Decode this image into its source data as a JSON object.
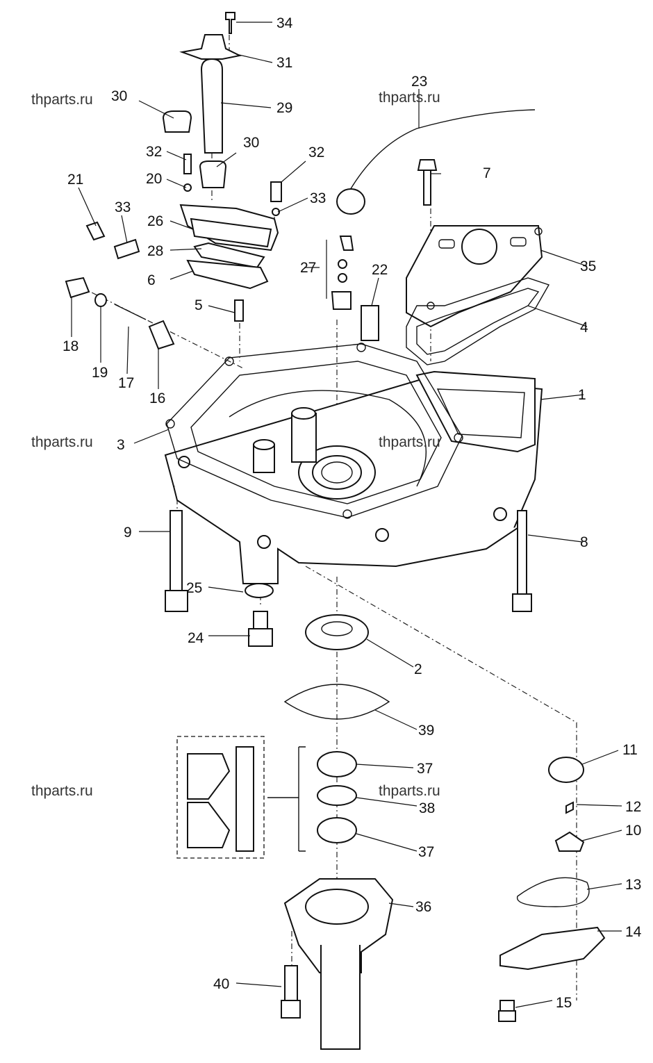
{
  "watermarks": [
    "thparts.ru",
    "thparts.ru",
    "thparts.ru",
    "thparts.ru",
    "thparts.ru",
    "thparts.ru"
  ],
  "callouts": [
    {
      "id": "34",
      "label": "34"
    },
    {
      "id": "31",
      "label": "31"
    },
    {
      "id": "23",
      "label": "23"
    },
    {
      "id": "30a",
      "label": "30"
    },
    {
      "id": "29",
      "label": "29"
    },
    {
      "id": "30b",
      "label": "30"
    },
    {
      "id": "32a",
      "label": "32"
    },
    {
      "id": "32b",
      "label": "32"
    },
    {
      "id": "7",
      "label": "7"
    },
    {
      "id": "21",
      "label": "21"
    },
    {
      "id": "20",
      "label": "20"
    },
    {
      "id": "33a",
      "label": "33"
    },
    {
      "id": "33b",
      "label": "33"
    },
    {
      "id": "26",
      "label": "26"
    },
    {
      "id": "28",
      "label": "28"
    },
    {
      "id": "27",
      "label": "27"
    },
    {
      "id": "22",
      "label": "22"
    },
    {
      "id": "35",
      "label": "35"
    },
    {
      "id": "6",
      "label": "6"
    },
    {
      "id": "5",
      "label": "5"
    },
    {
      "id": "4",
      "label": "4"
    },
    {
      "id": "18",
      "label": "18"
    },
    {
      "id": "19",
      "label": "19"
    },
    {
      "id": "17",
      "label": "17"
    },
    {
      "id": "16",
      "label": "16"
    },
    {
      "id": "1",
      "label": "1"
    },
    {
      "id": "3",
      "label": "3"
    },
    {
      "id": "9",
      "label": "9"
    },
    {
      "id": "8",
      "label": "8"
    },
    {
      "id": "25",
      "label": "25"
    },
    {
      "id": "24",
      "label": "24"
    },
    {
      "id": "2",
      "label": "2"
    },
    {
      "id": "39",
      "label": "39"
    },
    {
      "id": "11",
      "label": "11"
    },
    {
      "id": "37a",
      "label": "37"
    },
    {
      "id": "12",
      "label": "12"
    },
    {
      "id": "38",
      "label": "38"
    },
    {
      "id": "10",
      "label": "10"
    },
    {
      "id": "37b",
      "label": "37"
    },
    {
      "id": "13",
      "label": "13"
    },
    {
      "id": "36",
      "label": "36"
    },
    {
      "id": "14",
      "label": "14"
    },
    {
      "id": "40",
      "label": "40"
    },
    {
      "id": "15",
      "label": "15"
    }
  ]
}
